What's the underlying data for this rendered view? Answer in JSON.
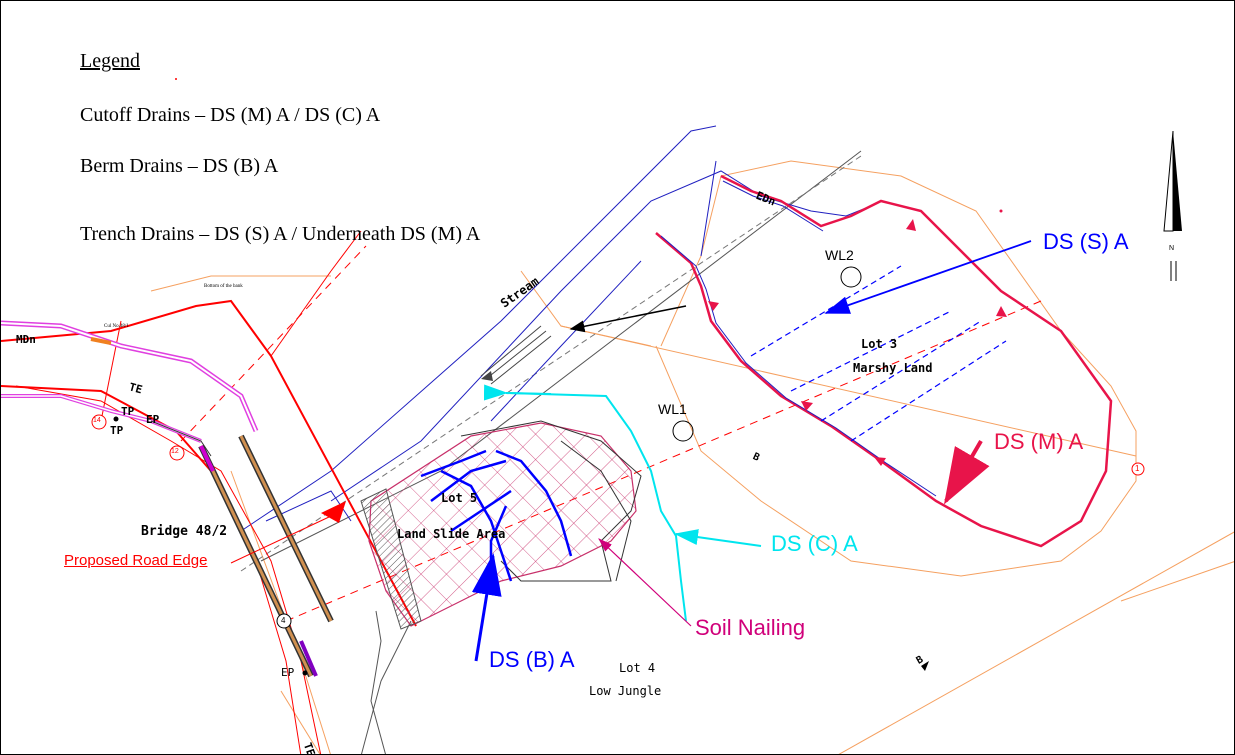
{
  "legend": {
    "title": "Legend",
    "cutoff": "Cutoff Drains – DS (M) A / DS (C) A",
    "berm": "Berm Drains – DS (B) A",
    "trench": "Trench Drains – DS (S) A / Underneath DS (M) A"
  },
  "labels": {
    "ds_s": "DS (S) A",
    "ds_m": "DS (M) A",
    "ds_c": "DS (C) A",
    "ds_b": "DS (B) A",
    "soil_nailing": "Soil Nailing",
    "road_edge": "Proposed Road Edge",
    "bridge": "Bridge 48/2",
    "lot5": "Lot 5",
    "landslide": "Land Slide Area",
    "lot3": "Lot 3",
    "marshy": "Marshy Land",
    "lot4": "Lot 4",
    "low_jungle": "Low Jungle",
    "wl1": "WL1",
    "wl2": "WL2",
    "stream": "Stream",
    "edn": "EDn",
    "mdn": "MDn",
    "te1": "TE",
    "te2": "TE",
    "tp1": "TP",
    "tp2": "TP",
    "ep1": "EP",
    "ep2": "EP",
    "b1": "B",
    "b2": "B",
    "bottom_bank": "Bottom of the bank",
    "culvert": "Cul No.48/1",
    "marker_14": "14",
    "marker_12": "12",
    "marker_4": "4",
    "marker_1": "1",
    "north": "N"
  },
  "colors": {
    "red": "#ff0000",
    "crimson": "#e8144a",
    "blue": "#0000ff",
    "navy": "#2020c0",
    "cyan": "#00e5ee",
    "magenta": "#d0007a",
    "orange": "#f5a060",
    "pink_hatch": "#c8306a"
  }
}
